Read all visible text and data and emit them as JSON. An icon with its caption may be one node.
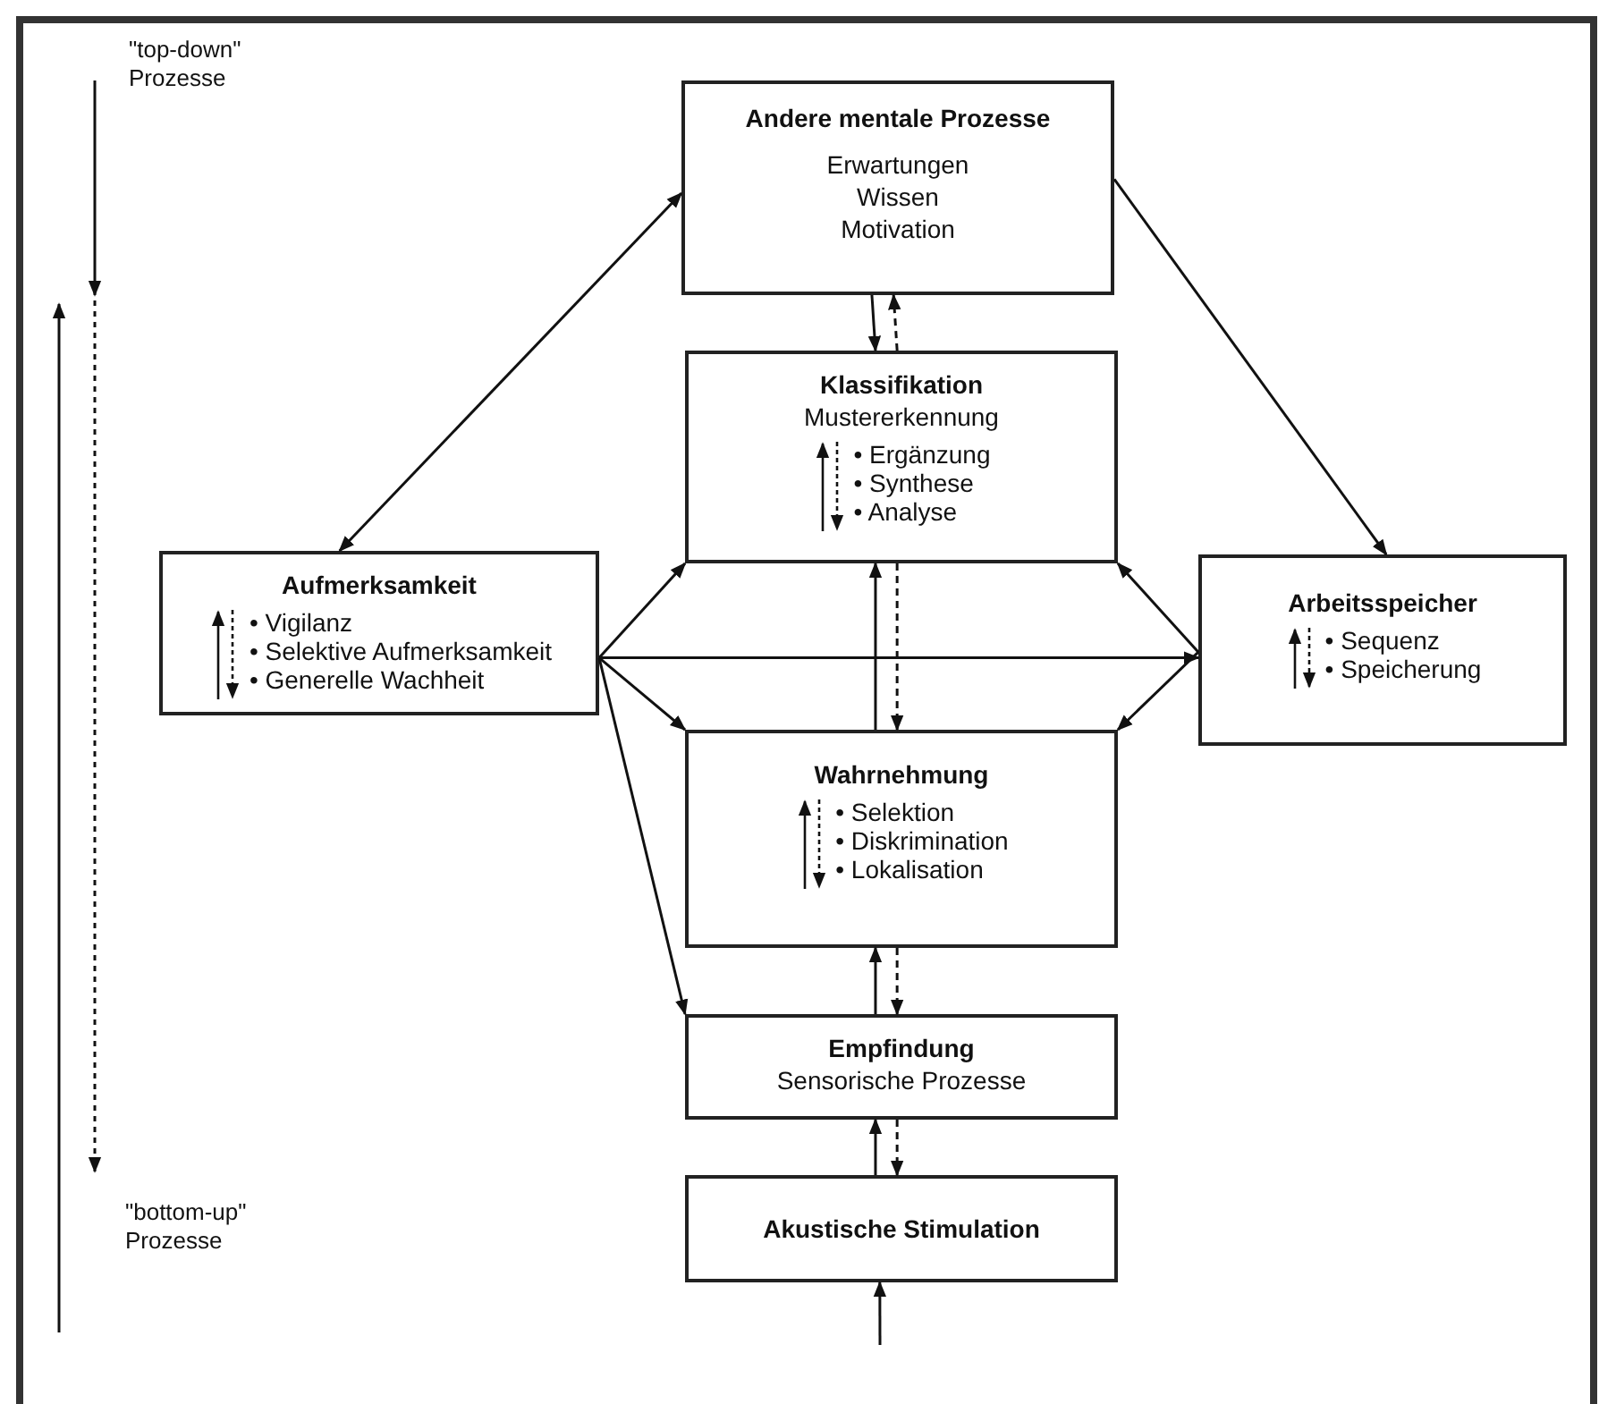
{
  "diagram": {
    "nodes": [
      {
        "text": [
          "Andere mentale Prozesse",
          "Erwartungen",
          "Wissen",
          "Motivation"
        ]
      },
      {
        "text": [
          "Klassifikation",
          "Mustererkennung",
          "• Ergänzung",
          "• Synthese",
          "• Analyse"
        ]
      },
      {
        "text": [
          "Aufmerksamkeit",
          "• Vigilanz",
          "• Selektive Aufmerksamkeit",
          "• Generelle Wachheit"
        ]
      },
      {
        "text": [
          "Arbeitsspeicher",
          "• Sequenz",
          "• Speicherung"
        ]
      },
      {
        "text": [
          "Wahrnehmung",
          "• Selektion",
          "• Diskrimination",
          "• Lokalisation"
        ]
      },
      {
        "text": [
          "Empfindung",
          "Sensorische Prozesse"
        ]
      },
      {
        "text": [
          "Akustische Stimulation"
        ]
      }
    ],
    "edges": [
      {
        "from": 2,
        "to": 0,
        "arrow": "both"
      },
      {
        "from": 0,
        "to": 3,
        "arrow": "to"
      },
      {
        "from": 0,
        "to": 1,
        "arrow": "to"
      },
      {
        "from": 1,
        "to": 0,
        "arrow": "to",
        "style": "dashed"
      },
      {
        "from": 2,
        "to": 1,
        "arrow": "to"
      },
      {
        "from": 2,
        "to": 3,
        "arrow": "to"
      },
      {
        "from": 2,
        "to": 4,
        "arrow": "to"
      },
      {
        "from": 2,
        "to": 5,
        "arrow": "to"
      },
      {
        "from": 3,
        "to": 1,
        "arrow": "to"
      },
      {
        "from": 3,
        "to": 4,
        "arrow": "to"
      },
      {
        "from": 4,
        "to": 1,
        "arrow": "to"
      },
      {
        "from": 1,
        "to": 4,
        "arrow": "to",
        "style": "dashed"
      },
      {
        "from": 5,
        "to": 4,
        "arrow": "to"
      },
      {
        "from": 4,
        "to": 5,
        "arrow": "to",
        "style": "dashed"
      },
      {
        "from": 6,
        "to": 5,
        "arrow": "to"
      },
      {
        "from": 5,
        "to": 6,
        "arrow": "to",
        "style": "dashed"
      },
      {
        "from": null,
        "to": 6,
        "arrow": "to"
      }
    ],
    "labels": [
      "\"top-down\" Prozesse",
      "\"bottom-up\" Prozesse"
    ]
  }
}
